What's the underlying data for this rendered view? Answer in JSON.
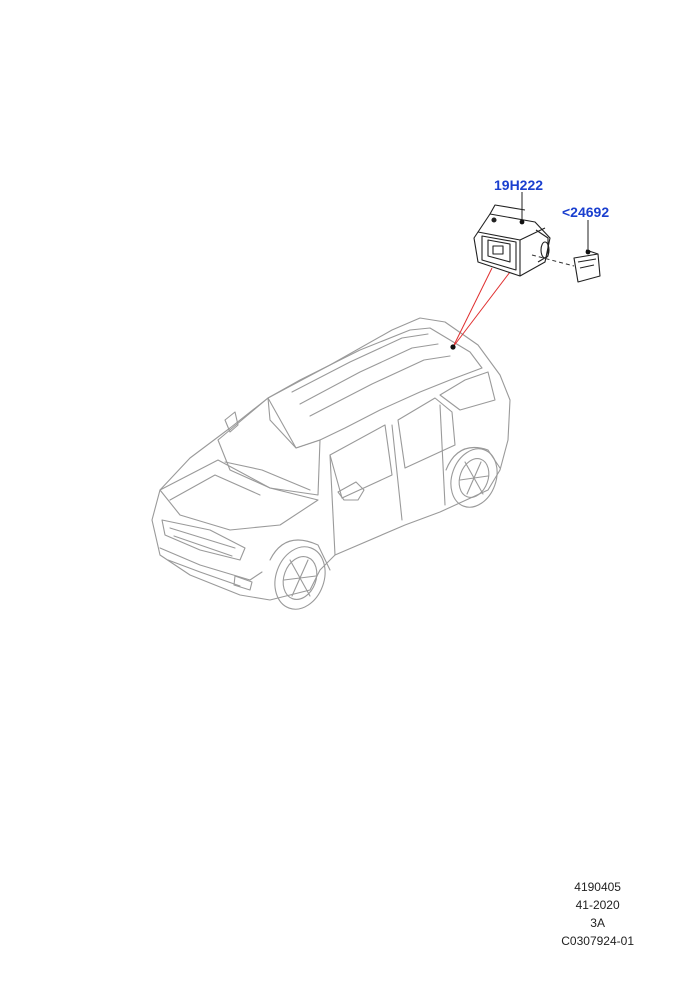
{
  "callouts": {
    "part_1": "19H222",
    "part_2": "<24692"
  },
  "footer": {
    "line_1": "4190405",
    "line_2": "41-2020",
    "line_3": "3A",
    "line_4": "C0307924-01"
  },
  "colors": {
    "callout_text": "#1a3fcf",
    "leader_line": "#e03030",
    "drawing_stroke": "#222222",
    "vehicle_stroke": "#9a9a9a"
  },
  "icons": [
    "vehicle-illustration",
    "camera-module-icon",
    "connector-icon"
  ]
}
